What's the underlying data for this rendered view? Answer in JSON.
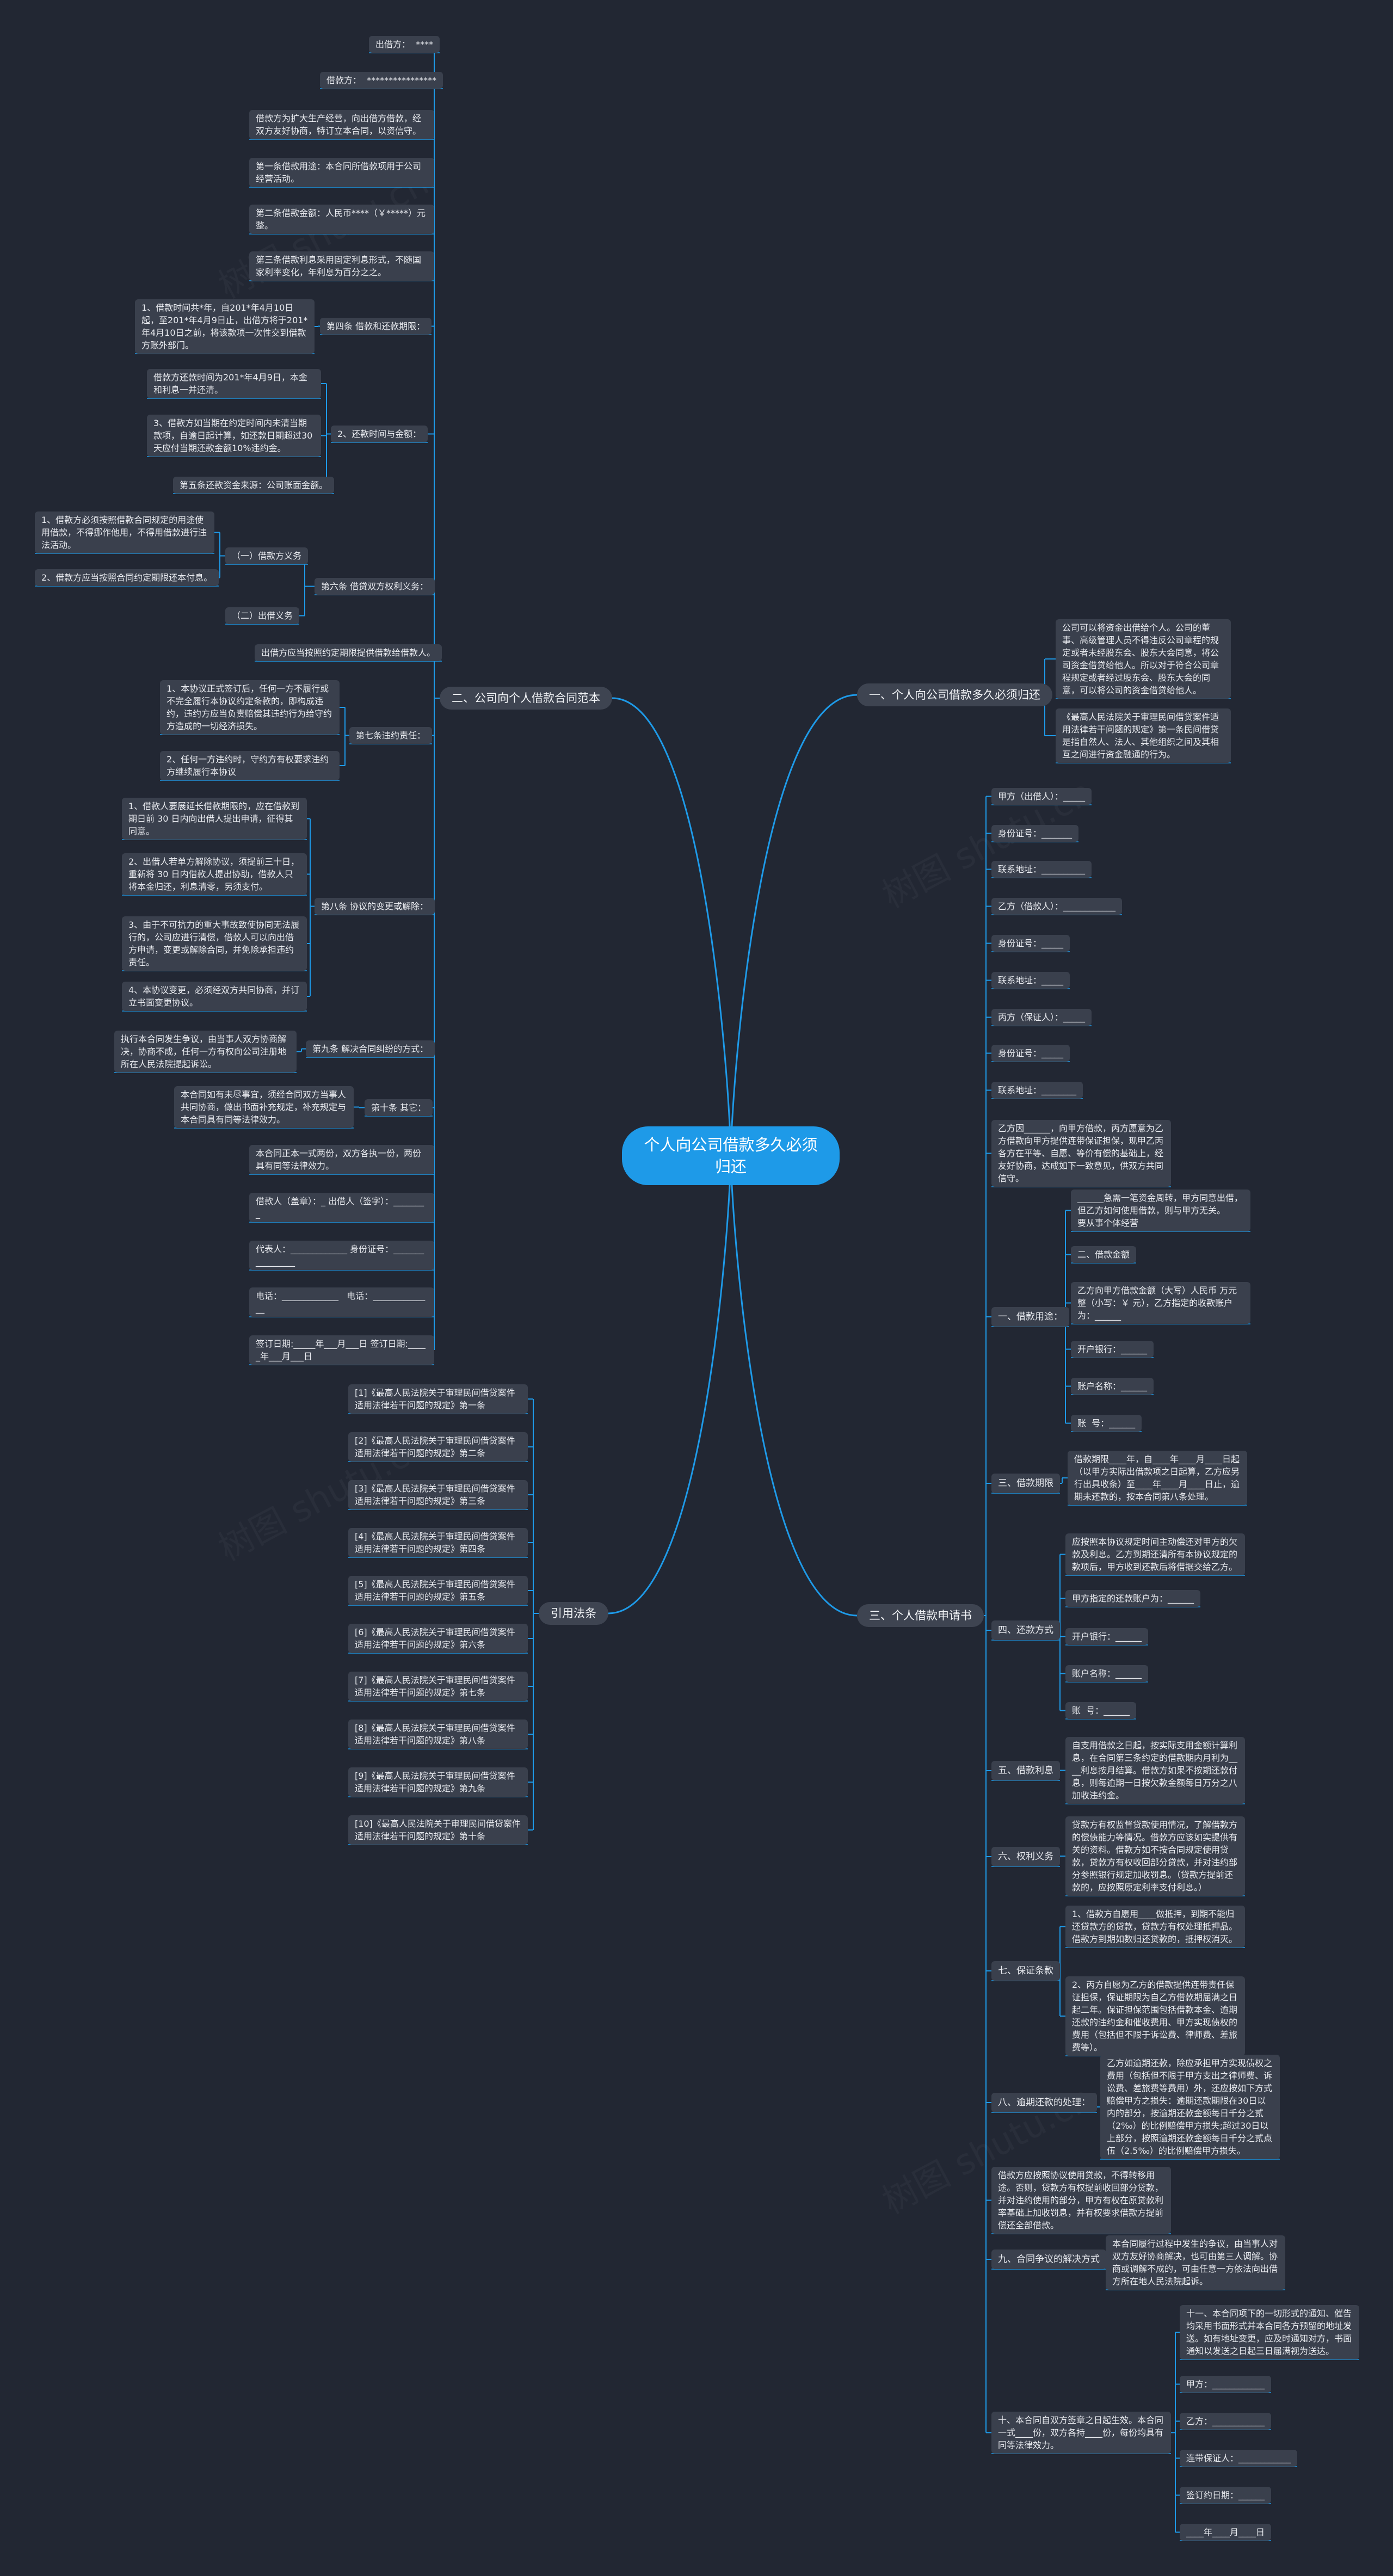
{
  "root": {
    "title": "个人向公司借款多久必须\n归还"
  },
  "branches": {
    "b1": {
      "label": "一、个人向公司借款多久必须归还"
    },
    "b2": {
      "label": "二、公司向个人借款合同范本"
    },
    "b3": {
      "label": "三、个人借款申请书"
    },
    "b4": {
      "label": "引用法条"
    }
  },
  "nodes": {
    "r1": "公司可以将资金出借给个人。公司的董事、高级管理人员不得违反公司章程的规定或者未经股东会、股东大会同意，将公司资金借贷给他人。所以对于符合公司章程规定或者经过股东会、股东大会的同意，可以将公司的资金借贷给他人。",
    "r2": "《最高人民法院关于审理民间借贷案件适用法律若干问题的规定》第一条民间借贷是指自然人、法人、其他组织之间及其相互之间进行资金融通的行为。",
    "l1": "出借方：  ****",
    "l2": "借款方：  ****************",
    "l3": "借款方为扩大生产经营，向出借方借款，经双方友好协商，特订立本合同，以资信守。",
    "l4": "第一条借款用途：本合同所借款项用于公司经营活动。",
    "l5": "第二条借款金额：人民币****（￥*****）元整。",
    "l6": "第三条借款利息采用固定利息形式，不随国家利率变化，年利息为百分之之。",
    "l7": "第四条 借款和还款期限：",
    "l7a": "1、借款时间共*年，自201*年4月10日起，至201*年4月9日止，出借方将于201*年4月10日之前，将该款项一次性交到借款方账外部门。",
    "l8": "2、还款时间与金额：",
    "l8a": "借款方还款时间为201*年4月9日，本金和利息一并还清。",
    "l8b": "3、借款方如当期在约定时间内未清当期款项，自逾日起计算，如还款日期超过30天应付当期还款金额10%违约金。",
    "l8c": "第五条还款资金来源：公司账面金额。",
    "l9": "第六条 借贷双方权利义务：",
    "l9a": "（一）借款方义务",
    "l9a1": "1、借款方必须按照借款合同规定的用途使用借款，不得挪作他用，不得用借款进行违法活动。",
    "l9a2": "2、借款方应当按照合同约定期限还本付息。",
    "l9b": "（二）出借义务",
    "l10": "出借方应当按照约定期限提供借款给借款人。",
    "l11": "第七条违约责任：",
    "l11a": "1、本协议正式签订后，任何一方不履行或不完全履行本协议约定条款的，即构成违约，违约方应当负责赔偿其违约行为给守约方造成的一切经济损失。",
    "l11b": "2、任何一方违约时，守约方有权要求违约方继续履行本协议",
    "l12": "第八条 协议的变更或解除：",
    "l12a": "1、借款人要展延长借款期限的，应在借款到期日前 30 日内向出借人提出申请，征得其同意。",
    "l12b": "2、出借人若单方解除协议，须提前三十日，重新将 30 日内借款人提出协助，借款人只将本金归还，利息清零，另须支付。",
    "l12c": "3、由于不可抗力的重大事故致使协同无法履行的，公司应进行清偿，借款人可以向出借方申请，变更或解除合同，并免除承担违约责任。",
    "l12d": "4、本协议变更，必须经双方共同协商，并订立书面变更协议。",
    "l13": "第九条 解决合同纠纷的方式：",
    "l13a": "执行本合同发生争议，由当事人双方协商解决，协商不成，任何一方有权向公司注册地所在人民法院提起诉讼。",
    "l14": "第十条 其它：",
    "l14a": "本合同如有未尽事宜，须经合同双方当事人共同协商，做出书面补充规定，补充规定与本合同具有同等法律效力。",
    "l15": "本合同正本一式两份，双方各执一份，两份具有同等法律效力。",
    "l16": "借款人（盖章）：_ 出借人（签字）：________",
    "l17": "代表人：_____________ 身份证号：________________",
    "l18": "电话：_____________   电话：______________",
    "l19": "签订日期:_____年___月___日 签订日期:_____年___月___日",
    "a1": "甲方（出借人）：_____",
    "a2": "身份证号：_______",
    "a3": "联系地址：__________",
    "a4": "乙方（借款人）：____________",
    "a5": "身份证号：_____",
    "a6": "联系地址：_____",
    "a7": "丙方（保证人）：_____",
    "a8": "身份证号：_____",
    "a9": "联系地址：________",
    "a10": "乙方因______，向甲方借款，丙方愿意为乙方借款向甲方提供连带保证担保，现甲乙丙各方在平等、自愿、等价有偿的基础上，经友好协商，达成如下一致意见，供双方共同信守。",
    "s1": "一、借款用途：",
    "s1a": "______急需一笔资金周转，甲方同意出借，但乙方如何使用借款，则与甲方无关。                要从事个体经营",
    "s1b": "二、借款金额",
    "s1c": "乙方向甲方借款金额（大写）人民币 万元整（小写：￥ 元），乙方指定的收款账户为：______",
    "s1d": "开户银行：______",
    "s1e": "账户名称：______",
    "s1f": "账  号：______",
    "s2": "三、借款期限",
    "s2a": "借款期限____年，自____年____月____日起（以甲方实际出借款项之日起算，乙方应另行出具收条）至____年____月____日止，逾期未还款的，按本合同第八条处理。",
    "s3": "四、还款方式",
    "s3a": "应按照本协议规定时间主动偿还对甲方的欠款及利息。乙方到期还清所有本协议规定的款项后，甲方收到还款后将借据交给乙方。",
    "s3b": "甲方指定的还款账户为：______",
    "s3c": "开户银行：______",
    "s3d": "账户名称：______",
    "s3e": "账  号：______",
    "s4": "五、借款利息",
    "s4a": "自支用借款之日起，按实际支用金额计算利息，在合同第三条约定的借款期内月利为____利息按月结算。借款方如果不按期还款付息，则每逾期一日按欠款金额每日万分之八加收违约金。",
    "s5": "六、权利义务",
    "s5a": "贷款方有权监督贷款使用情况，了解借款方的偿债能力等情况。借款方应该如实提供有关的资料。借款方如不按合同规定使用贷款，贷款方有权收回部分贷款，并对违约部分参照银行规定加收罚息。（贷款方提前还款的，应按照原定利率支付利息。）",
    "s6": "七、保证条款",
    "s6a": "1、借款方自愿用____做抵押，到期不能归还贷款方的贷款，贷款方有权处理抵押品。借款方到期如数归还贷款的，抵押权消灭。",
    "s6b": "2、丙方自愿为乙方的借款提供连带责任保证担保，保证期限为自乙方借款期届满之日起二年。保证担保范围包括借款本金、逾期还款的违约金和催收费用、甲方实现债权的费用（包括但不限于诉讼费、律师费、差旅费等）。",
    "s7": "八、逾期还款的处理：",
    "s7a": "乙方如逾期还款，除应承担甲方实现债权之费用（包括但不限于甲方支出之律师费、诉讼费、差旅费等费用）外，还应按如下方式赔偿甲方之损失：逾期还款期限在30日以内的部分，按逾期还款金额每日千分之贰（2‰）的比例赔偿甲方损失;超过30日以上部分，按照逾期还款金额每日千分之贰点伍（2.5‰）的比例赔偿甲方损失。",
    "s8": "借款方应按照协议使用贷款，不得转移用途。否则，贷款方有权提前收回部分贷款，并对违约使用的部分，甲方有权在原贷款利率基础上加收罚息，并有权要求借款方提前偿还全部借款。",
    "s9": "九、合同争议的解决方式",
    "s9a": "本合同履行过程中发生的争议，由当事人对双方友好协商解决，也可由第三人调解。协商或调解不成的，可由任意一方依法向出借方所在地人民法院起诉。",
    "s10": "十、本合同自双方签章之日起生效。本合同一式____份，双方各持____份，每份均具有同等法律效力。",
    "s10a": "十一、本合同项下的一切形式的通知、催告均采用书面形式并本合同各方预留的地址发送。如有地址变更，应及时通知对方，书面通知以发送之日起三日届满视为送达。",
    "s10b": "甲方：____________",
    "s10c": "乙方：____________",
    "s10d": "连带保证人：____________",
    "s10e": "签订约日期：______",
    "s10f": "____年____月____日",
    "c1": "[1]《最高人民法院关于审理民间借贷案件适用法律若干问题的规定》第一条",
    "c2": "[2]《最高人民法院关于审理民间借贷案件适用法律若干问题的规定》第二条",
    "c3": "[3]《最高人民法院关于审理民间借贷案件适用法律若干问题的规定》第三条",
    "c4": "[4]《最高人民法院关于审理民间借贷案件适用法律若干问题的规定》第四条",
    "c5": "[5]《最高人民法院关于审理民间借贷案件适用法律若干问题的规定》第五条",
    "c6": "[6]《最高人民法院关于审理民间借贷案件适用法律若干问题的规定》第六条",
    "c7": "[7]《最高人民法院关于审理民间借贷案件适用法律若干问题的规定》第七条",
    "c8": "[8]《最高人民法院关于审理民间借贷案件适用法律若干问题的规定》第八条",
    "c9": "[9]《最高人民法院关于审理民间借贷案件适用法律若干问题的规定》第九条",
    "c10": "[10]《最高人民法院关于审理民间借贷案件适用法律若干问题的规定》第十条"
  },
  "colors": {
    "background": "#222733",
    "root": "#1e9ae8",
    "edge": "#1e9ae8",
    "node": "#3a404d"
  }
}
